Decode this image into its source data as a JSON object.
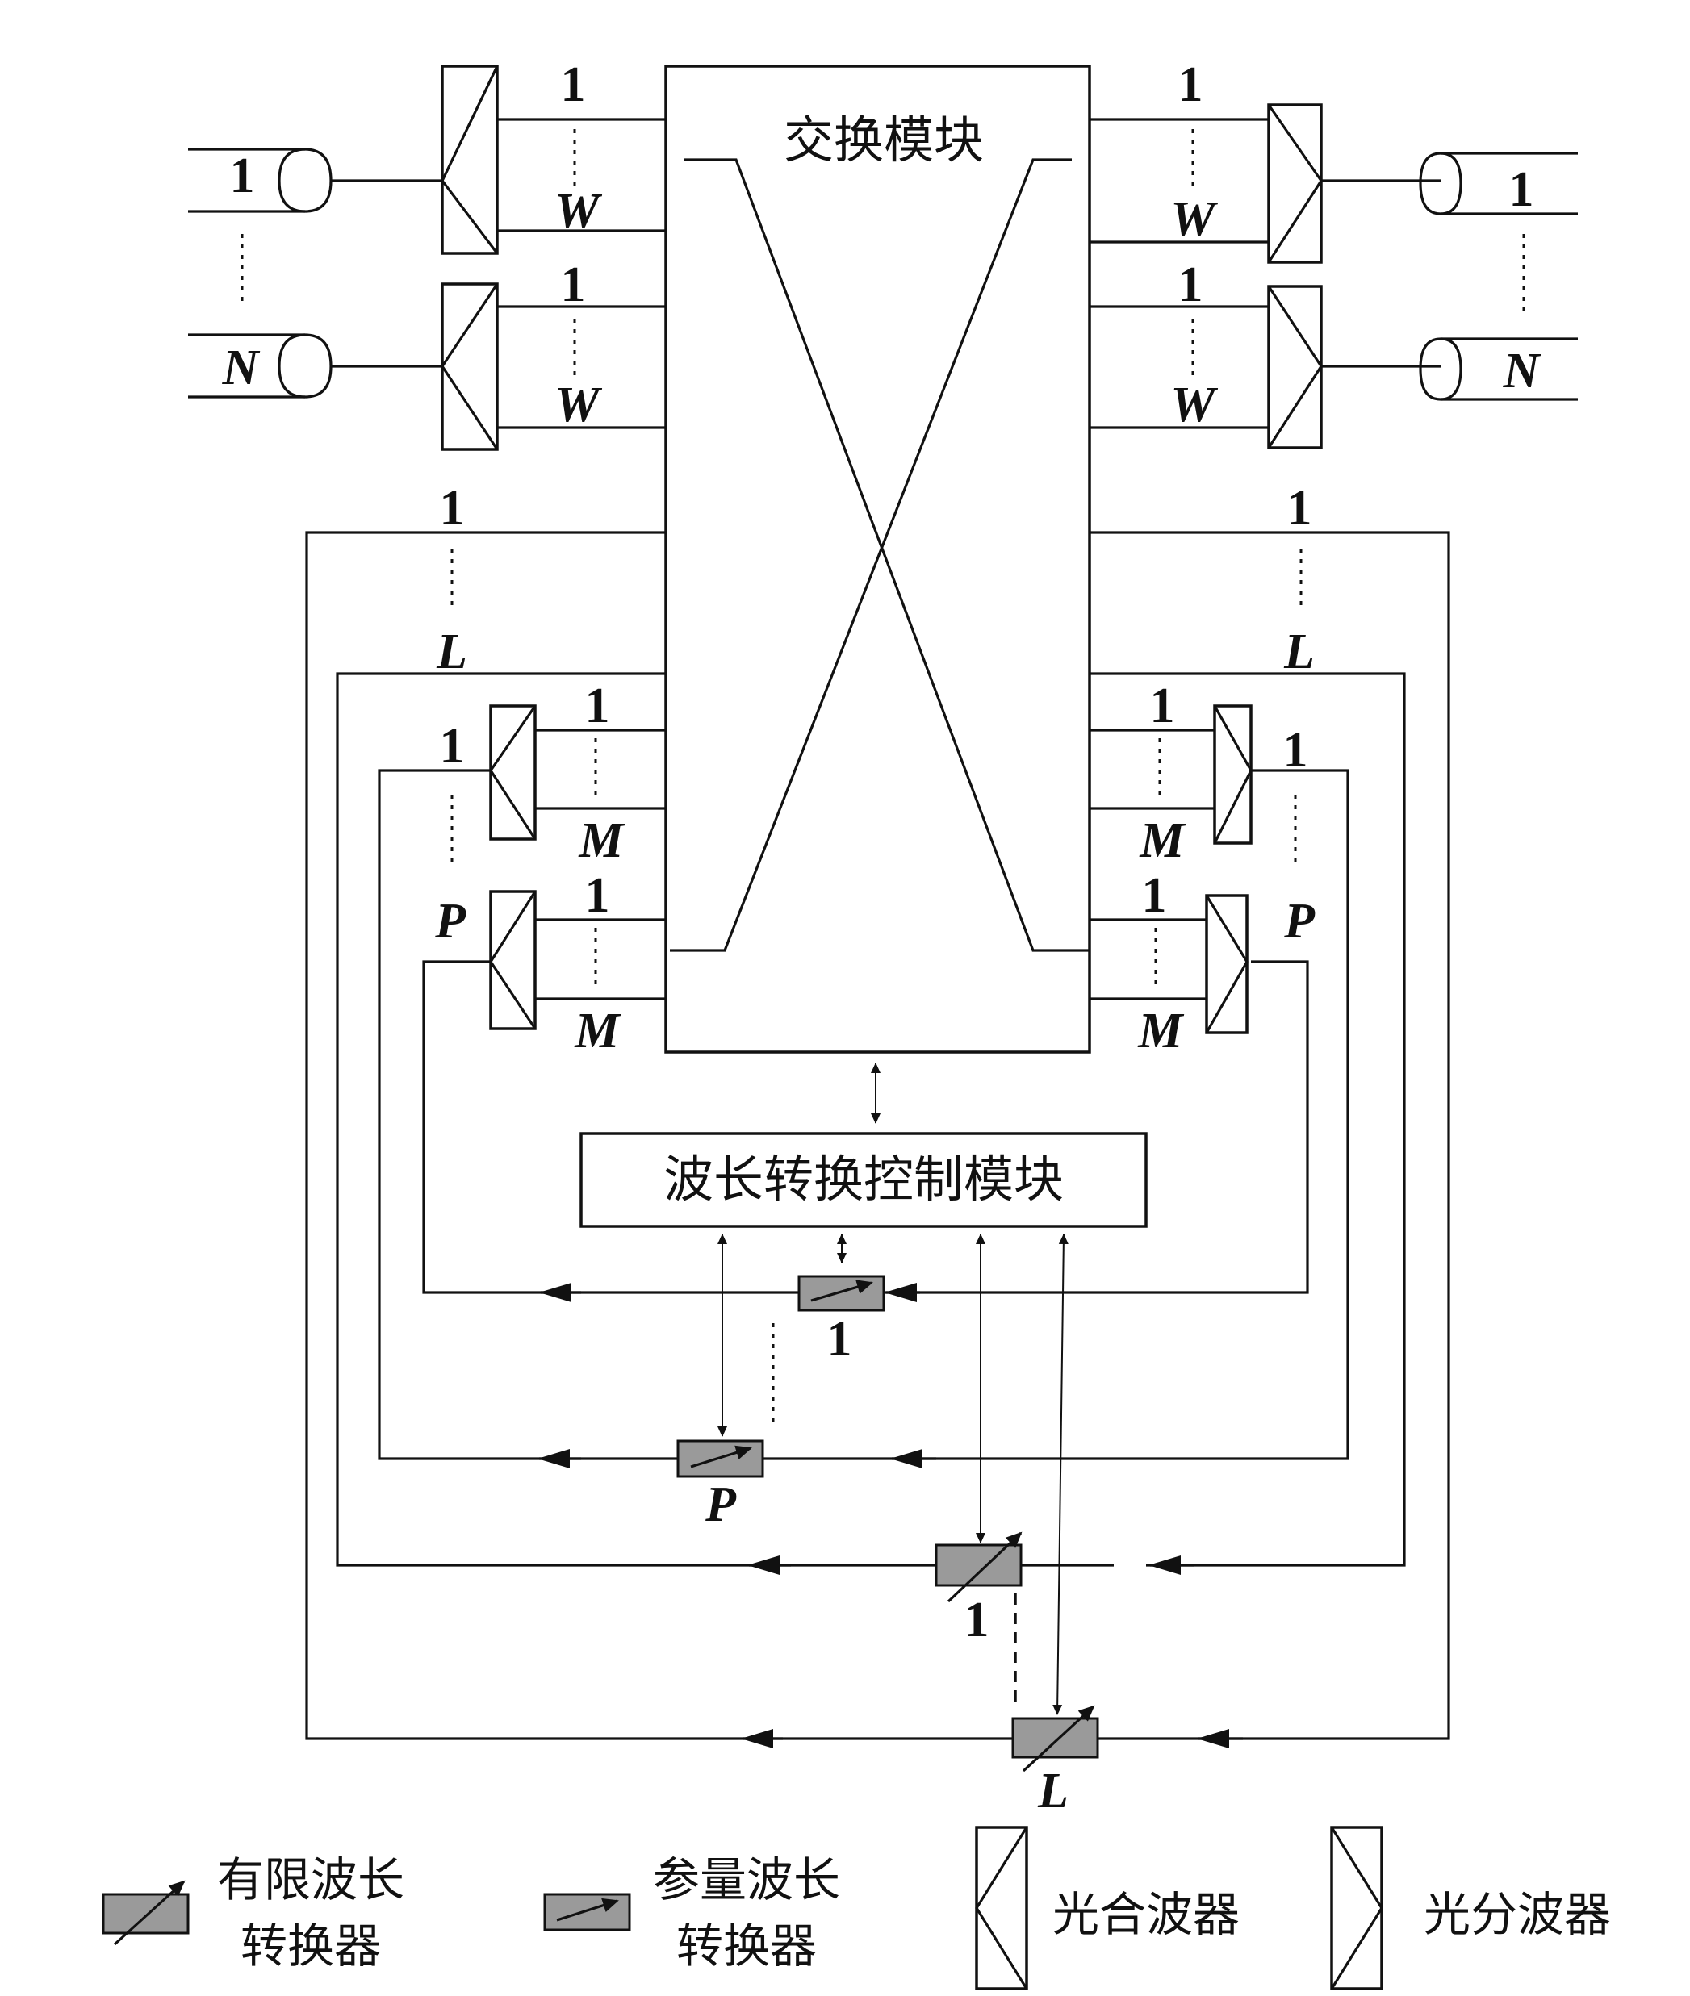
{
  "switch_module": {
    "label": "交换模块"
  },
  "control_module": {
    "label": "波长转换控制模块"
  },
  "fiber_labels": {
    "first": "1",
    "last": "N"
  },
  "channel_labels": {
    "first": "1",
    "w": "W",
    "l": "L",
    "m": "M",
    "p": "P"
  },
  "converter_labels": {
    "param_1": "1",
    "param_p": "P",
    "limited_1": "1",
    "limited_l": "L"
  },
  "legend": {
    "limited_converter": [
      "有限波长",
      "转换器"
    ],
    "param_converter": [
      "参量波长",
      "转换器"
    ],
    "combiner": "光合波器",
    "splitter": "光分波器"
  }
}
